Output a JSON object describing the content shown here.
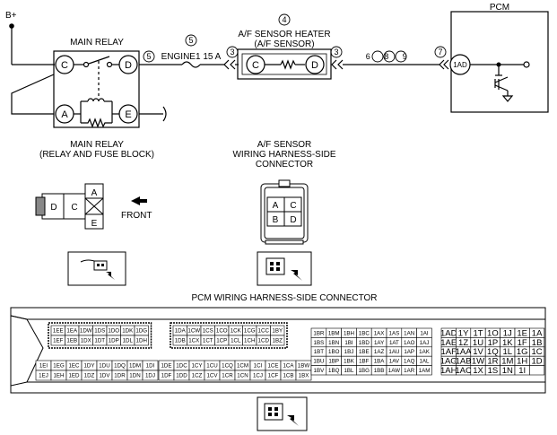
{
  "labels": {
    "b_plus": "B+",
    "main_relay": "MAIN RELAY",
    "pcm": "PCM",
    "heater_num": "4",
    "heater_line1": "A/F SENSOR HEATER",
    "heater_line2": "(A/F SENSOR)",
    "engine_fuse": "ENGINE1 15 A",
    "fuse_num": "5",
    "relay_out_num": "5",
    "conn3_left": "3",
    "conn3_right": "3",
    "wire_nums": "6 8 9",
    "pcm_conn_num": "7",
    "pcm_pin": "1AD",
    "main_relay_caption1": "MAIN RELAY",
    "main_relay_caption2": "(RELAY AND FUSE BLOCK)",
    "afs_caption1": "A/F SENSOR",
    "afs_caption2": "WIRING HARNESS-SIDE",
    "afs_caption3": "CONNECTOR",
    "front": "FRONT",
    "pcm_connector_title": "PCM WIRING HARNESS-SIDE CONNECTOR"
  },
  "relay_pins": [
    "C",
    "D",
    "A",
    "E"
  ],
  "relay_connector_pins": [
    "D",
    "C",
    "A",
    "E"
  ],
  "afs_pins": [
    "A",
    "C",
    "B",
    "D"
  ],
  "pcm_connector": {
    "block1": [
      [
        "1EE",
        "1EA",
        "1DW",
        "1DS",
        "1DO",
        "1DK",
        "1DG"
      ],
      [
        "1EF",
        "1EB",
        "1DX",
        "1DT",
        "1DP",
        "1DL",
        "1DH"
      ]
    ],
    "block2": [
      [
        "1DA",
        "1CW",
        "1CS",
        "1CO",
        "1CK",
        "1CG",
        "1CC",
        "1BY"
      ],
      [
        "1DB",
        "1CX",
        "1CT",
        "1CP",
        "1CL",
        "1CH",
        "1CD",
        "1BZ"
      ]
    ],
    "block3": [
      [
        "1EI",
        "1EG",
        "1EC",
        "1DY",
        "1DU",
        "1DQ",
        "1DM",
        "1DI"
      ],
      [
        "1EJ",
        "1EH",
        "1ED",
        "1DZ",
        "1DV",
        "1DR",
        "1DN",
        "1DJ"
      ]
    ],
    "block4": [
      [
        "1DE",
        "1DC",
        "1CY",
        "1CU",
        "1CQ",
        "1CM",
        "1CI",
        "1CE",
        "1CA",
        "1BW"
      ],
      [
        "1DF",
        "1DD",
        "1CZ",
        "1CV",
        "1CR",
        "1CN",
        "1CJ",
        "1CF",
        "1CB",
        "1BX"
      ]
    ],
    "block5": [
      [
        "1BR",
        "1BM",
        "1BH",
        "1BC",
        "1AX",
        "1AS",
        "1AN",
        "1AI"
      ],
      [
        "1BS",
        "1BN",
        "1BI",
        "1BD",
        "1AY",
        "1AT",
        "1AO",
        "1AJ"
      ],
      [
        "1BT",
        "1BO",
        "1BJ",
        "1BE",
        "1AZ",
        "1AU",
        "1AP",
        "1AK"
      ],
      [
        "1BU",
        "1BP",
        "1BK",
        "1BF",
        "1BA",
        "1AV",
        "1AQ",
        "1AL"
      ],
      [
        "1BV",
        "1BQ",
        "1BL",
        "1BG",
        "1BB",
        "1AW",
        "1AR",
        "1AM"
      ]
    ],
    "block6": [
      [
        "1AD",
        "1Y",
        "1T",
        "1O",
        "1J",
        "1E",
        "1A"
      ],
      [
        "1AE",
        "1Z",
        "1U",
        "1P",
        "1K",
        "1F",
        "1B"
      ],
      [
        "1AF",
        "1AA",
        "1V",
        "1Q",
        "1L",
        "1G",
        "1C"
      ],
      [
        "1AG",
        "1AB",
        "1W",
        "1R",
        "1M",
        "1H",
        "1D"
      ],
      [
        "1AH",
        "1AC",
        "1X",
        "1S",
        "1N",
        "1I",
        ""
      ]
    ]
  }
}
